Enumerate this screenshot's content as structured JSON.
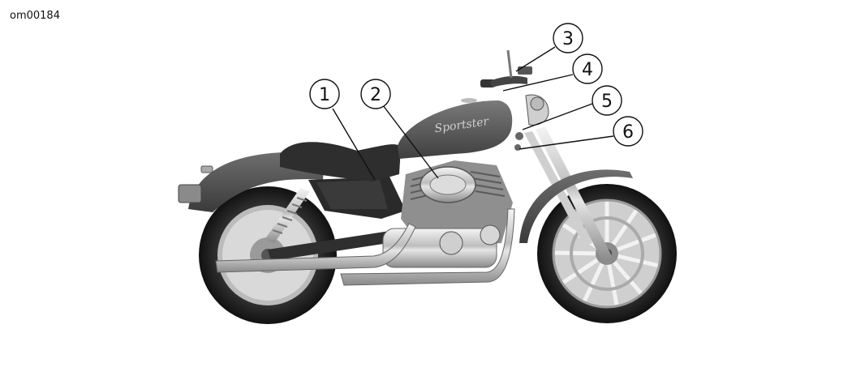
{
  "figure_id": "om00184",
  "tank_badge": "Sportster",
  "callouts": [
    {
      "number": "1"
    },
    {
      "number": "2"
    },
    {
      "number": "3"
    },
    {
      "number": "4"
    },
    {
      "number": "5"
    },
    {
      "number": "6"
    }
  ]
}
